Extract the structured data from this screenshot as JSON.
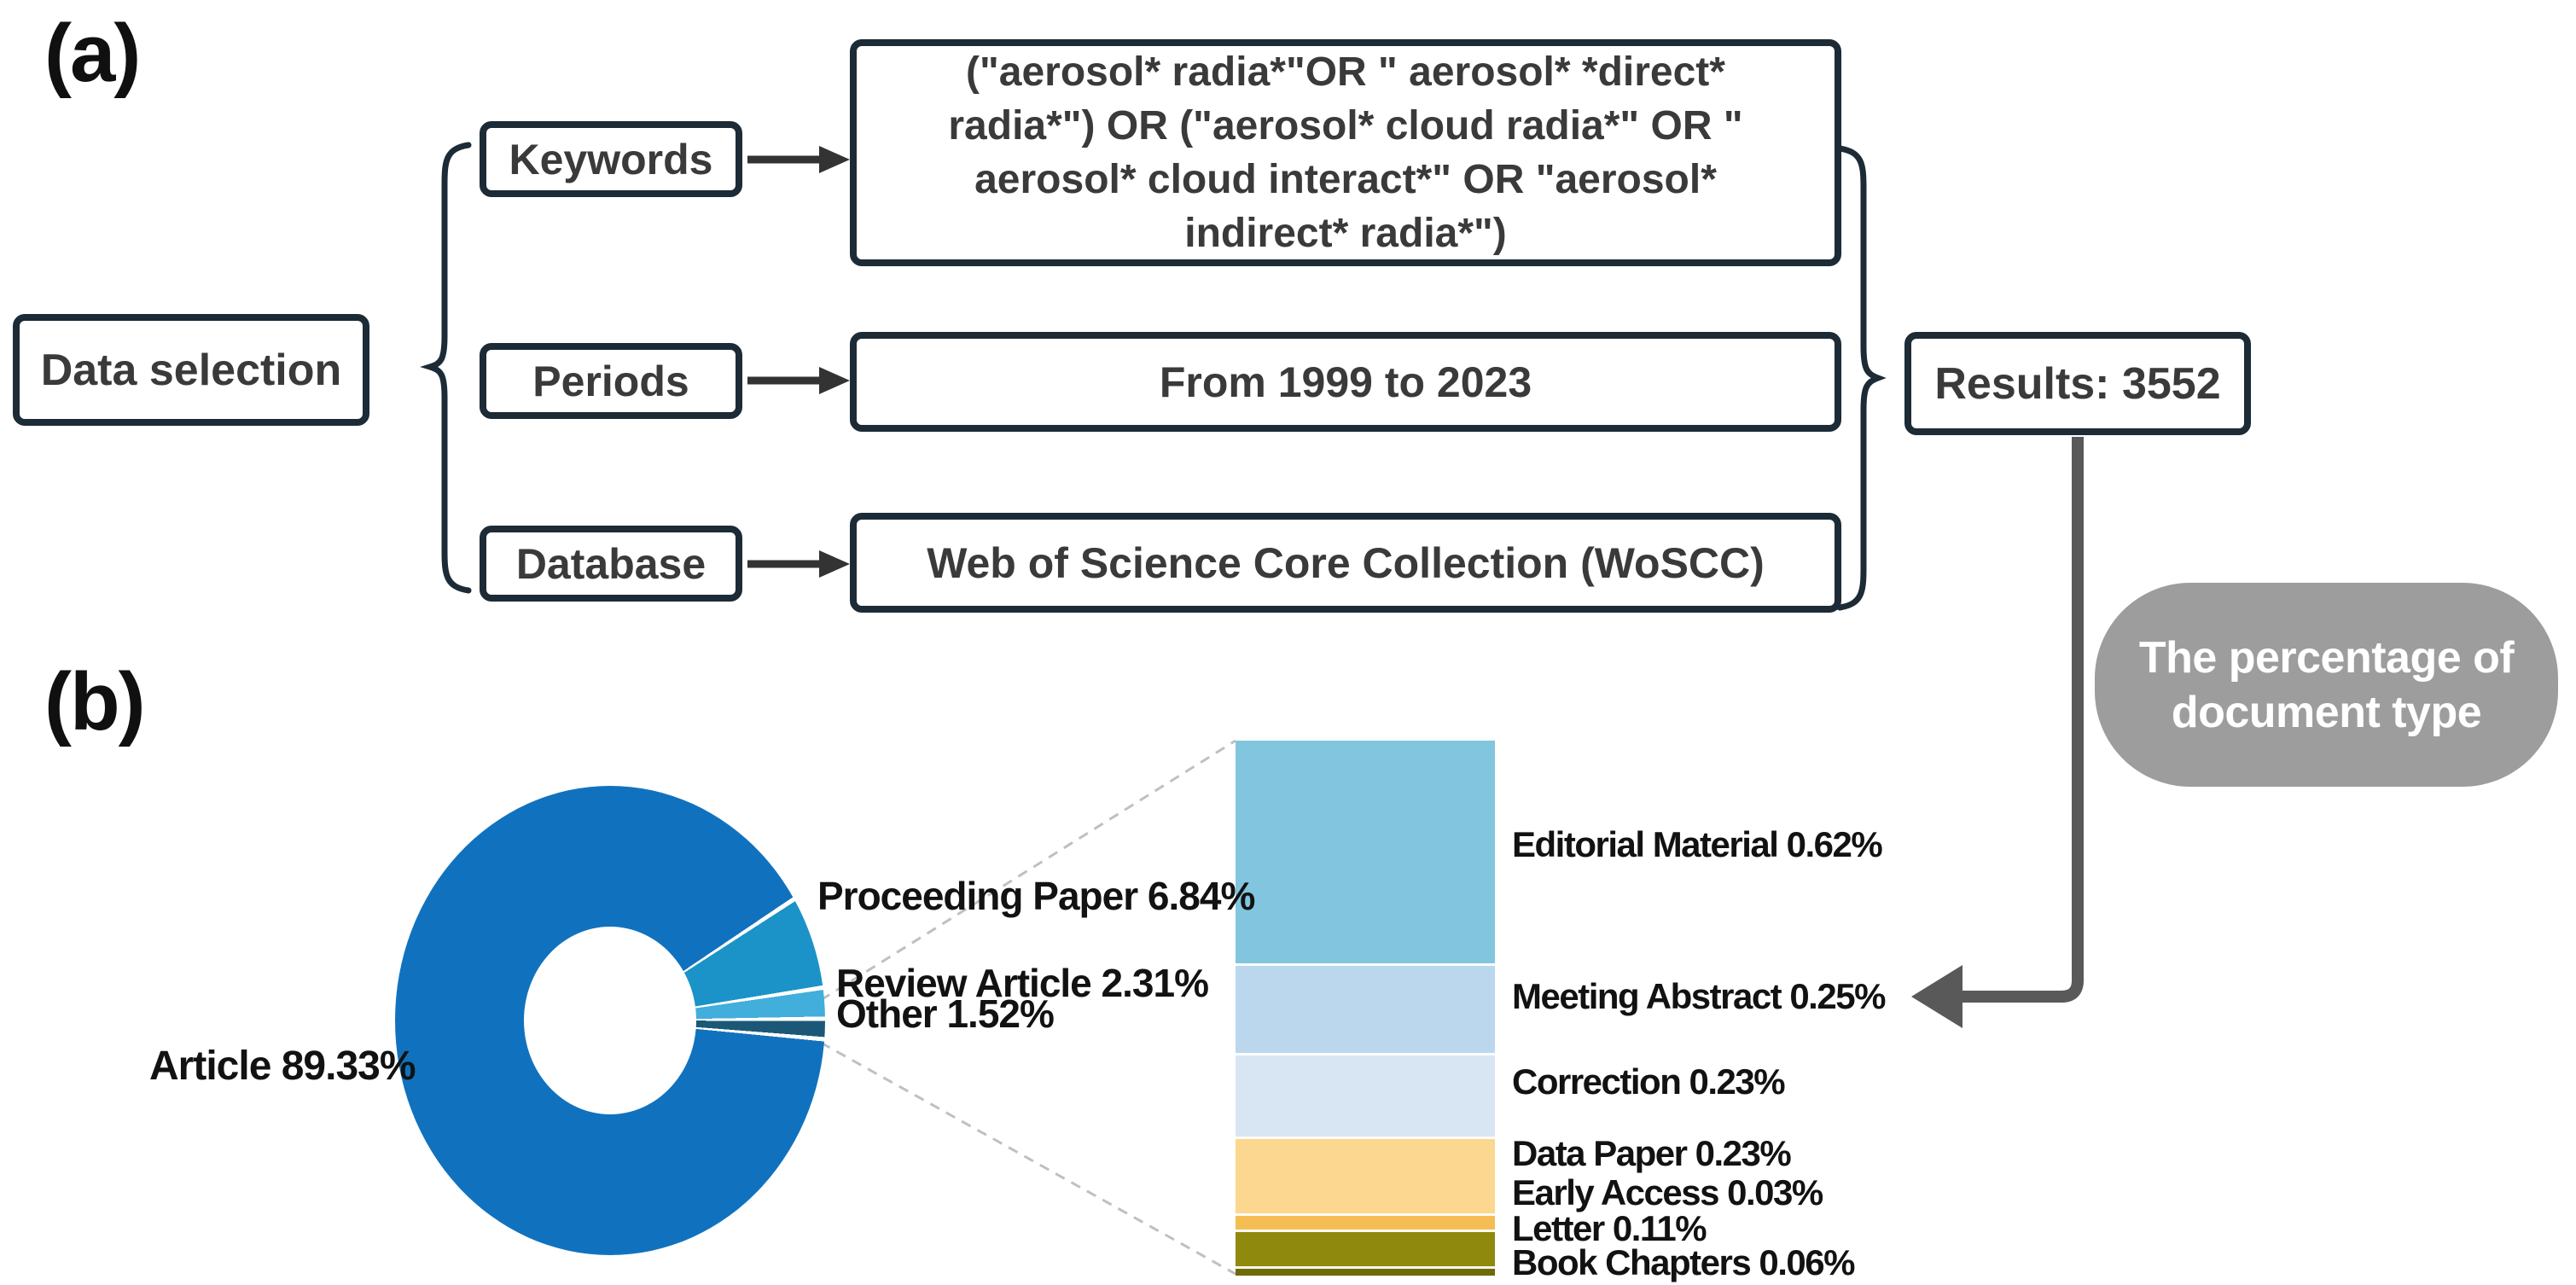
{
  "figure": {
    "panel_a_label": "(a)",
    "panel_b_label": "(b)"
  },
  "flowchart": {
    "root_label": "Data selection",
    "rows": [
      {
        "category": "Keywords",
        "value_lines": [
          "(\"aerosol* radia*\"OR \" aerosol* *direct*",
          "radia*\") OR (\"aerosol* cloud radia*\" OR \"",
          "aerosol* cloud interact*\" OR \"aerosol*",
          "indirect* radia*\")"
        ]
      },
      {
        "category": "Periods",
        "value_lines": [
          "From 1999 to 2023"
        ]
      },
      {
        "category": "Database",
        "value_lines": [
          "Web of Science Core Collection (WoSCC)"
        ]
      }
    ],
    "results_label": "Results: 3552",
    "box_border_color": "#1C2B36"
  },
  "callout": {
    "lines": [
      "The percentage of",
      "document type"
    ],
    "bg_color": "#9D9D9D",
    "connector_color": "#595959"
  },
  "chart_data": [
    {
      "type": "pie",
      "donut": true,
      "legend_position": "outside-labels",
      "slices": [
        {
          "label": "Article",
          "value": 89.33,
          "color": "#1072BE"
        },
        {
          "label": "Proceeding Paper",
          "value": 6.84,
          "color": "#1B93C8"
        },
        {
          "label": "Review Article",
          "value": 2.31,
          "color": "#41AEDC"
        },
        {
          "label": "Other",
          "value": 1.52,
          "color": "#1B5878"
        }
      ],
      "label_format": "{label} {value}%"
    },
    {
      "type": "bar",
      "stacked": true,
      "represents": "Other 1.52%",
      "segments": [
        {
          "label": "Editorial Material",
          "value": 0.62,
          "color": "#82C5DE"
        },
        {
          "label": "Meeting Abstract",
          "value": 0.25,
          "color": "#BBD7EE"
        },
        {
          "label": "Correction",
          "value": 0.23,
          "color": "#D8E5F3"
        },
        {
          "label": "Data Paper",
          "value": 0.23,
          "color": "#FBD78F"
        },
        {
          "label": "Early Access",
          "value": 0.03,
          "color": "#F5BE55"
        },
        {
          "label": "Letter",
          "value": 0.11,
          "color": "#8F8A0E"
        },
        {
          "label": "Book Chapters",
          "value": 0.06,
          "color": "#6E6A08"
        }
      ],
      "label_format": "{label} {value}%"
    }
  ]
}
